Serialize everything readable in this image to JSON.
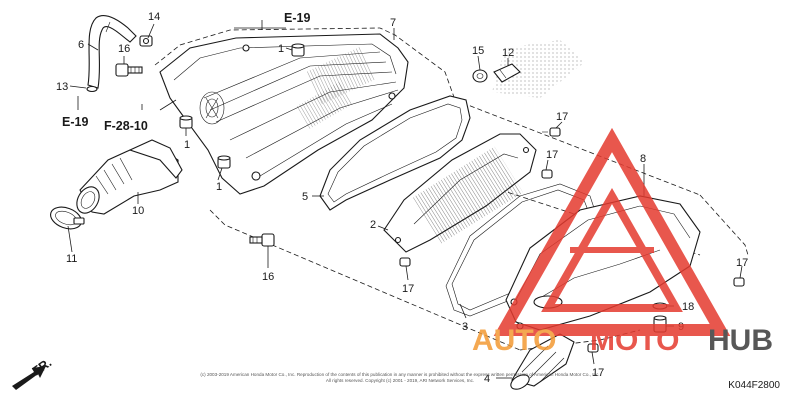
{
  "callouts": [
    {
      "id": "14",
      "text": "14"
    },
    {
      "id": "6",
      "text": "6"
    },
    {
      "id": "16a",
      "text": "16"
    },
    {
      "id": "13",
      "text": "13"
    },
    {
      "id": "1a",
      "text": "1"
    },
    {
      "id": "1b",
      "text": "1"
    },
    {
      "id": "1c",
      "text": "1"
    },
    {
      "id": "7",
      "text": "7"
    },
    {
      "id": "15",
      "text": "15"
    },
    {
      "id": "12",
      "text": "12"
    },
    {
      "id": "17a",
      "text": "17"
    },
    {
      "id": "17b",
      "text": "17"
    },
    {
      "id": "17c",
      "text": "17"
    },
    {
      "id": "17d",
      "text": "17"
    },
    {
      "id": "17e",
      "text": "17"
    },
    {
      "id": "8",
      "text": "8"
    },
    {
      "id": "5",
      "text": "5"
    },
    {
      "id": "2",
      "text": "2"
    },
    {
      "id": "10",
      "text": "10"
    },
    {
      "id": "11",
      "text": "11"
    },
    {
      "id": "16b",
      "text": "16"
    },
    {
      "id": "3",
      "text": "3"
    },
    {
      "id": "18",
      "text": "18"
    },
    {
      "id": "9",
      "text": "9"
    },
    {
      "id": "4",
      "text": "4"
    }
  ],
  "references": {
    "e19_top": "E-19",
    "e19_left": "E-19",
    "f2810": "F-28-10"
  },
  "front_arrow": "FR.",
  "watermark": {
    "word1": "AUTO",
    "word2": "MOTO",
    "word3": "HUB",
    "color_orange": "#f39a33",
    "color_red": "#e53a2f",
    "color_dark": "#3a3a3a"
  },
  "copyright": "(c) 2003-2019 American Honda Motor Co., Inc. Reproduction of the contents of this publication in any manner is prohibited without the express written permission of American Honda Motor Co., Inc. All rights reserved. Copyright (c) 2001 - 2019, ARI Network Services, Inc.",
  "diagram_code": "K044F2800"
}
